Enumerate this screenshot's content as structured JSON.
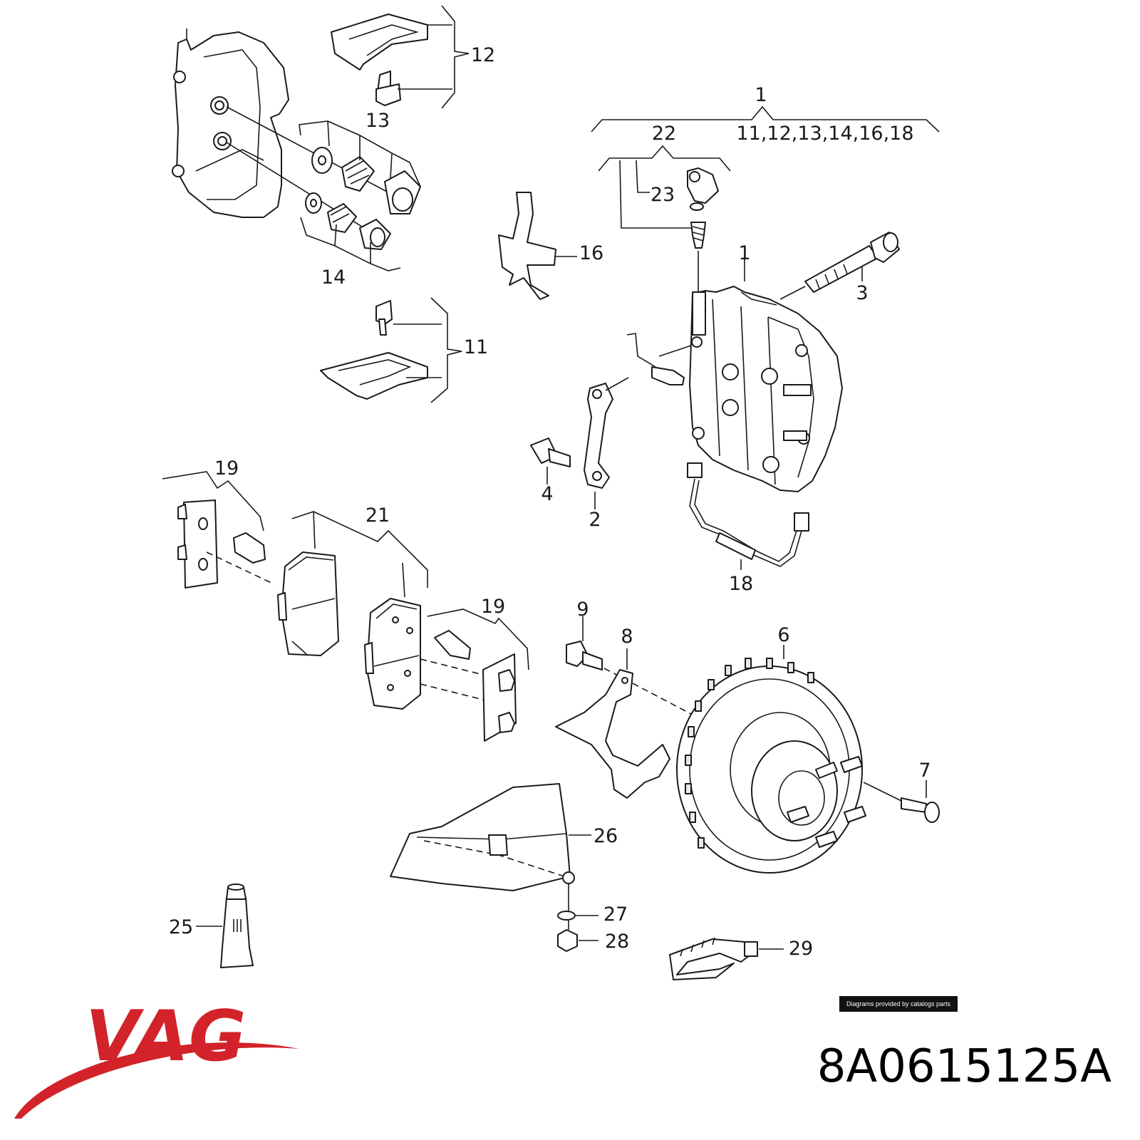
{
  "diagram": {
    "callouts": [
      {
        "id": "12",
        "text": "12"
      },
      {
        "id": "13",
        "text": "13"
      },
      {
        "id": "14",
        "text": "14"
      },
      {
        "id": "1-top",
        "text": "1"
      },
      {
        "id": "22",
        "text": "22"
      },
      {
        "id": "1-kit",
        "text": "11,12,13,14,16,18"
      },
      {
        "id": "23",
        "text": "23"
      },
      {
        "id": "16",
        "text": "16"
      },
      {
        "id": "1-caliper",
        "text": "1"
      },
      {
        "id": "3",
        "text": "3"
      },
      {
        "id": "11",
        "text": "11"
      },
      {
        "id": "19-left",
        "text": "19"
      },
      {
        "id": "21",
        "text": "21"
      },
      {
        "id": "4",
        "text": "4"
      },
      {
        "id": "2",
        "text": "2"
      },
      {
        "id": "18",
        "text": "18"
      },
      {
        "id": "19-right",
        "text": "19"
      },
      {
        "id": "9",
        "text": "9"
      },
      {
        "id": "8",
        "text": "8"
      },
      {
        "id": "6",
        "text": "6"
      },
      {
        "id": "7",
        "text": "7"
      },
      {
        "id": "26",
        "text": "26"
      },
      {
        "id": "27",
        "text": "27"
      },
      {
        "id": "28",
        "text": "28"
      },
      {
        "id": "25",
        "text": "25"
      },
      {
        "id": "29",
        "text": "29"
      }
    ]
  },
  "footer": {
    "credit": "Diagrams provided by catalogs parts",
    "brand": "VAG",
    "part_number": "8A0615125A"
  },
  "colors": {
    "brand_red": "#d2232a",
    "line": "#1a1a1a",
    "background": "#ffffff"
  }
}
